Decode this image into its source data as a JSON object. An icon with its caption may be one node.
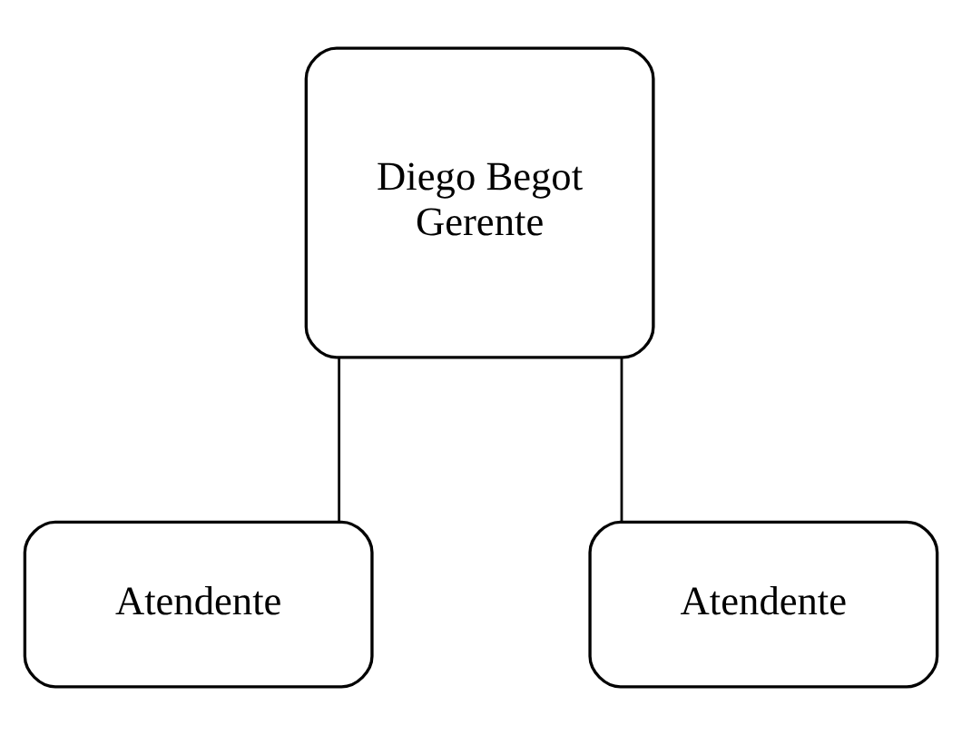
{
  "diagram": {
    "nodes": [
      {
        "text": [
          "Diego Begot",
          "Gerente"
        ]
      },
      {
        "text": [
          "Atendente"
        ]
      },
      {
        "text": [
          "Atendente"
        ]
      }
    ],
    "edges": [
      {
        "from": 0,
        "to": 1,
        "arrow": "none"
      },
      {
        "from": 0,
        "to": 2,
        "arrow": "none"
      }
    ]
  }
}
